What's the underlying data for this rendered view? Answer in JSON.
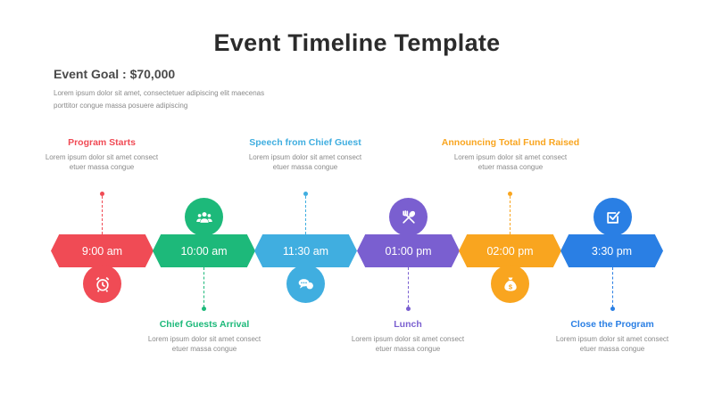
{
  "title": "Event Timeline Template",
  "goal": {
    "label": "Event Goal : $70,000",
    "description": "Lorem ipsum dolor sit amet, consectetuer adipiscing elit maecenas porttitor congue massa posuere adipiscing"
  },
  "colors": {
    "red": "#F04B55",
    "green": "#1DB97A",
    "cyan": "#40AEE0",
    "purple": "#7A5FD0",
    "orange": "#F9A51F",
    "blue": "#2A7FE4"
  },
  "events": [
    {
      "time": "9:00 am",
      "title": "Program Starts",
      "description": "Lorem ipsum dolor sit amet consect etuer massa congue",
      "label_position": "top",
      "icon_position": "bottom",
      "icon": "alarm-clock-icon",
      "color": "#F04B55"
    },
    {
      "time": "10:00 am",
      "title": "Chief Guests Arrival",
      "description": "Lorem ipsum dolor sit amet consect etuer massa congue",
      "label_position": "bottom",
      "icon_position": "top",
      "icon": "group-icon",
      "color": "#1DB97A"
    },
    {
      "time": "11:30 am",
      "title": "Speech from Chief Guest",
      "description": "Lorem ipsum dolor sit amet consect etuer massa congue",
      "label_position": "top",
      "icon_position": "bottom",
      "icon": "speech-bubbles-icon",
      "color": "#40AEE0"
    },
    {
      "time": "01:00 pm",
      "title": "Lunch",
      "description": "Lorem ipsum dolor sit amet consect etuer massa congue",
      "label_position": "bottom",
      "icon_position": "top",
      "icon": "fork-spoon-icon",
      "color": "#7A5FD0"
    },
    {
      "time": "02:00 pm",
      "title": "Announcing Total Fund Raised",
      "description": "Lorem ipsum dolor sit amet consect etuer massa congue",
      "label_position": "top",
      "icon_position": "bottom",
      "icon": "money-bag-icon",
      "color": "#F9A51F"
    },
    {
      "time": "3:30 pm",
      "title": "Close the Program",
      "description": "Lorem ipsum dolor sit amet consect etuer massa congue",
      "label_position": "bottom",
      "icon_position": "top",
      "icon": "checkbox-icon",
      "color": "#2A7FE4"
    }
  ]
}
